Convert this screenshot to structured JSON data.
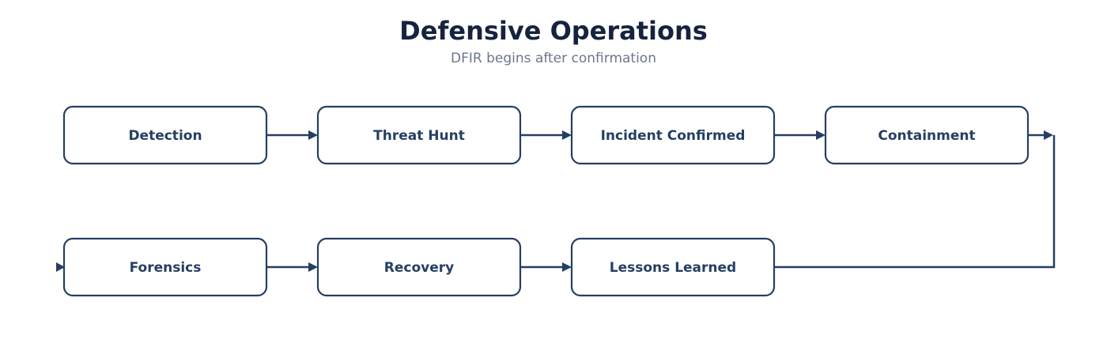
{
  "header": {
    "title": "Defensive Operations",
    "subtitle": "DFIR begins after confirmation"
  },
  "diagram": {
    "nodes": [
      {
        "id": "detection",
        "label": "Detection"
      },
      {
        "id": "threat-hunt",
        "label": "Threat Hunt"
      },
      {
        "id": "incident-confirmed",
        "label": "Incident Confirmed"
      },
      {
        "id": "containment",
        "label": "Containment"
      },
      {
        "id": "forensics",
        "label": "Forensics"
      },
      {
        "id": "recovery",
        "label": "Recovery"
      },
      {
        "id": "lessons-learned",
        "label": "Lessons Learned"
      }
    ],
    "edges": [
      {
        "from": "detection",
        "to": "threat-hunt"
      },
      {
        "from": "threat-hunt",
        "to": "incident-confirmed"
      },
      {
        "from": "incident-confirmed",
        "to": "containment"
      },
      {
        "from": "containment",
        "to": "forensics"
      },
      {
        "from": "forensics",
        "to": "recovery"
      },
      {
        "from": "recovery",
        "to": "lessons-learned"
      }
    ]
  }
}
